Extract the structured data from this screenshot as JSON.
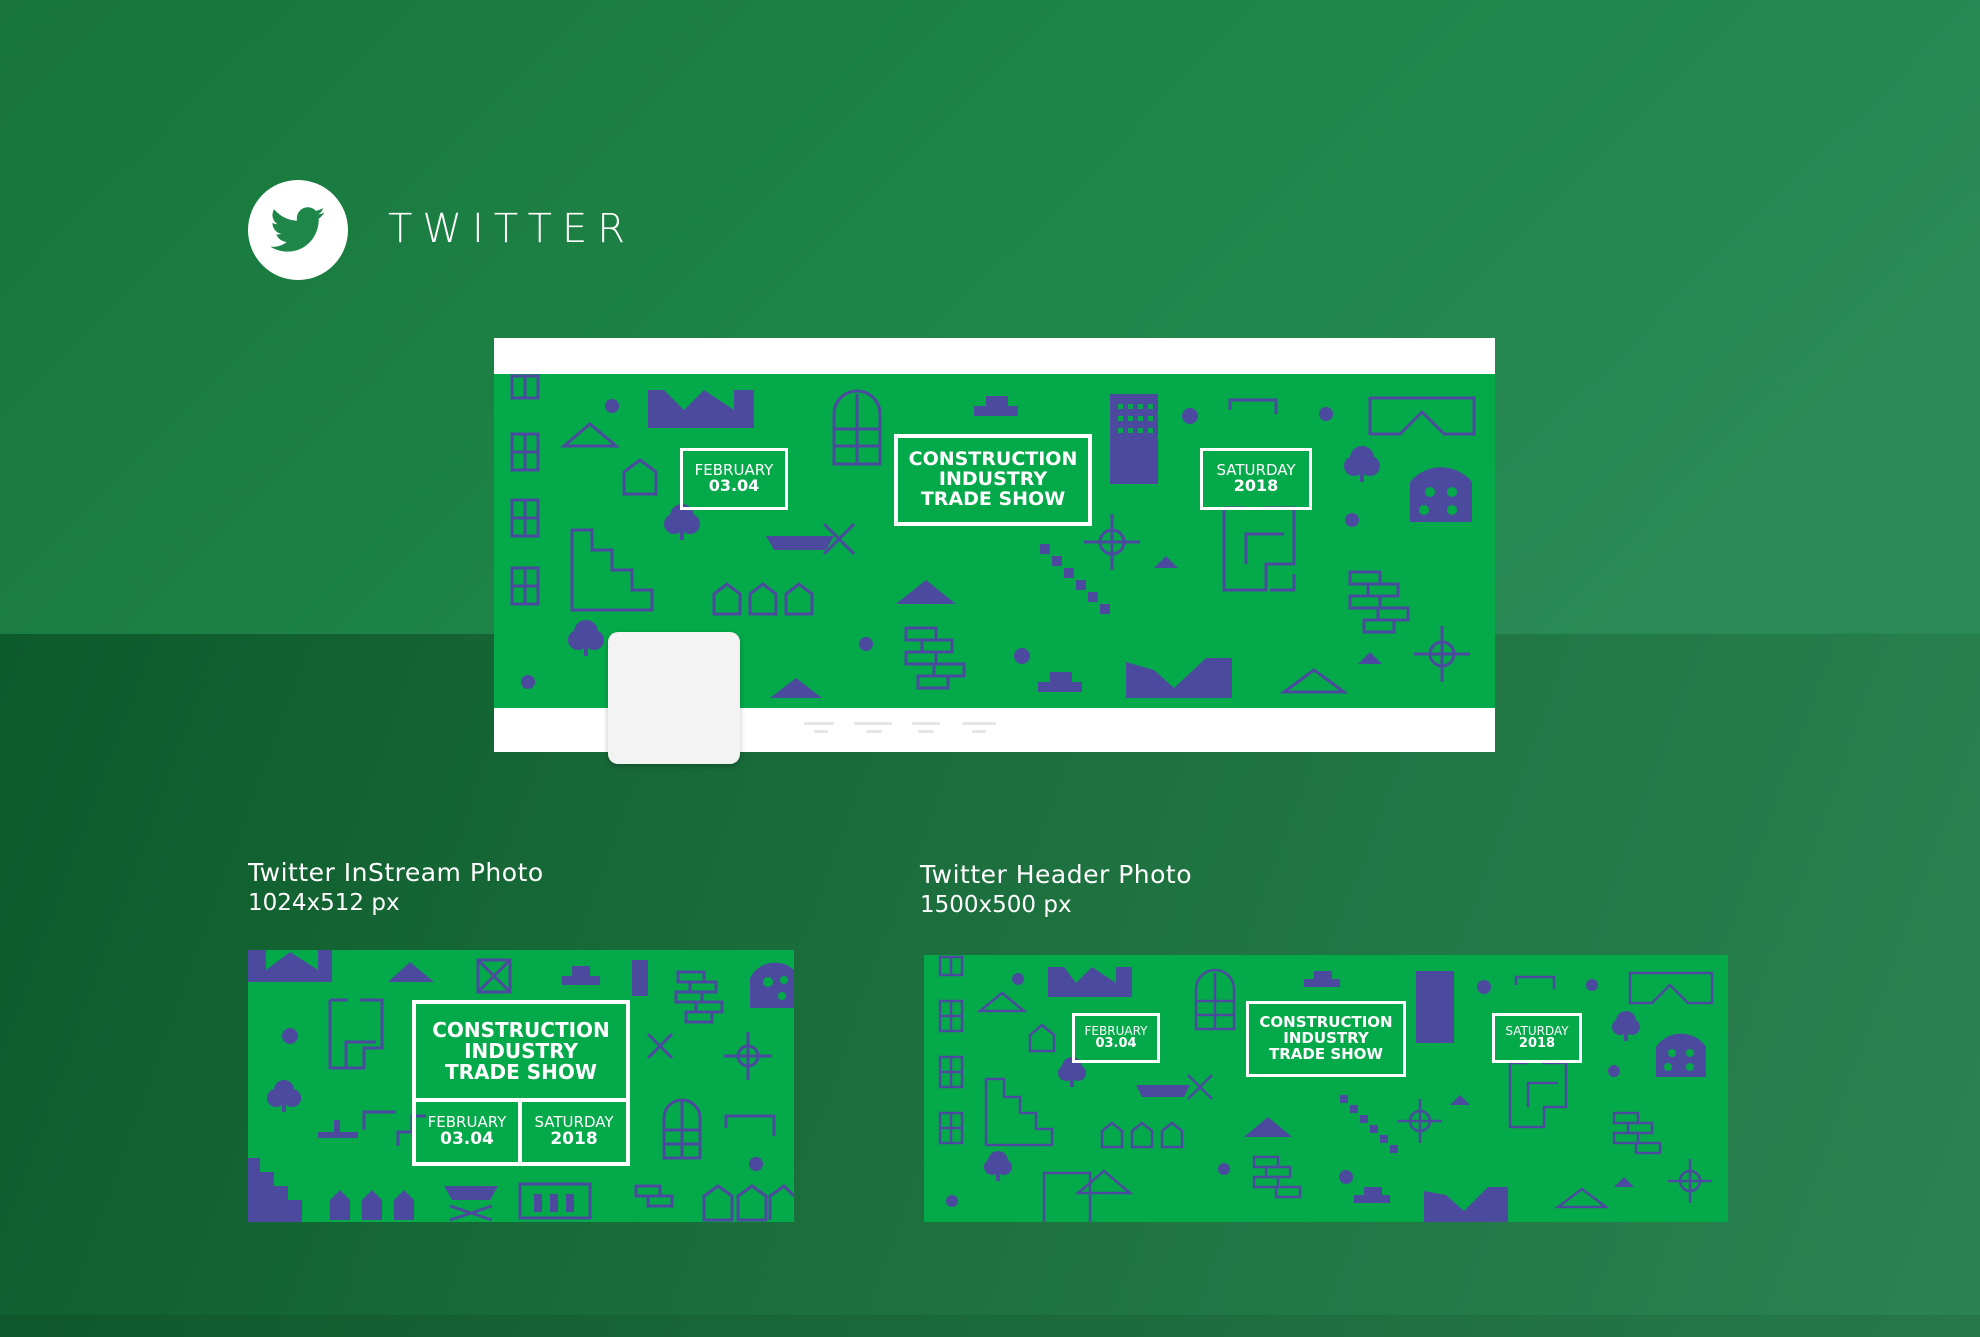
{
  "brand": {
    "name": "TWITTER",
    "icon": "twitter-bird-icon"
  },
  "event": {
    "title_line1": "CONSTRUCTION",
    "title_line2": "INDUSTRY",
    "title_line3": "TRADE SHOW",
    "month": "FEBRUARY",
    "date": "03.04",
    "weekday": "SATURDAY",
    "year": "2018"
  },
  "instream": {
    "title": "Twitter InStream Photo",
    "size": "1024x512 px"
  },
  "header": {
    "title": "Twitter Header Photo",
    "size": "1500x500 px"
  },
  "colors": {
    "background": "#1f8649",
    "cover_green": "#04aa4a",
    "pattern_purple": "#4c4a9e",
    "white": "#ffffff"
  }
}
